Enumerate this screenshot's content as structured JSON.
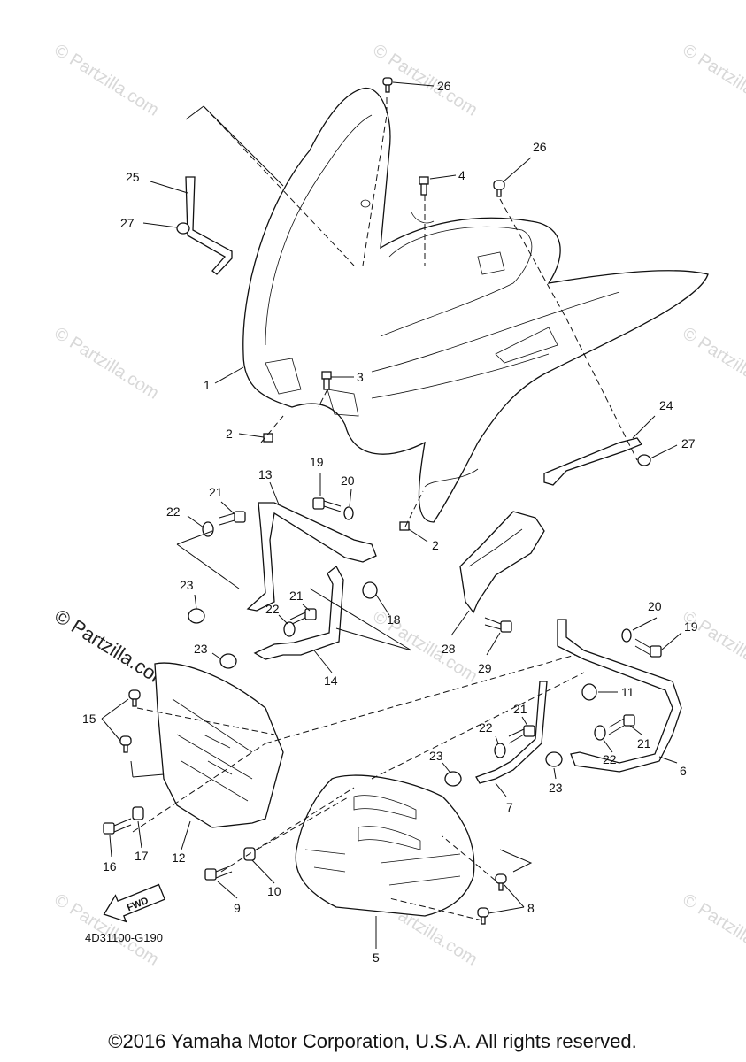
{
  "watermark_text": "© Partzilla.com",
  "diagram_code": "4D31100-G190",
  "fwd_label": "FWD",
  "copyright": "©2016 Yamaha Motor Corporation, U.S.A. All rights reserved.",
  "callouts": {
    "c1": "1",
    "c2a": "2",
    "c2b": "2",
    "c3": "3",
    "c4": "4",
    "c5": "5",
    "c6": "6",
    "c7": "7",
    "c8": "8",
    "c9": "9",
    "c10": "10",
    "c11": "11",
    "c12": "12",
    "c13": "13",
    "c14": "14",
    "c15": "15",
    "c16": "16",
    "c17": "17",
    "c18": "18",
    "c19a": "19",
    "c19b": "19",
    "c20a": "20",
    "c20b": "20",
    "c21a": "21",
    "c21b": "21",
    "c21c": "21",
    "c21d": "21",
    "c22a": "22",
    "c22b": "22",
    "c22c": "22",
    "c22d": "22",
    "c23a": "23",
    "c23b": "23",
    "c23c": "23",
    "c23d": "23",
    "c24": "24",
    "c25": "25",
    "c26a": "26",
    "c26b": "26",
    "c27a": "27",
    "c27b": "27",
    "c28": "28",
    "c29": "29"
  }
}
